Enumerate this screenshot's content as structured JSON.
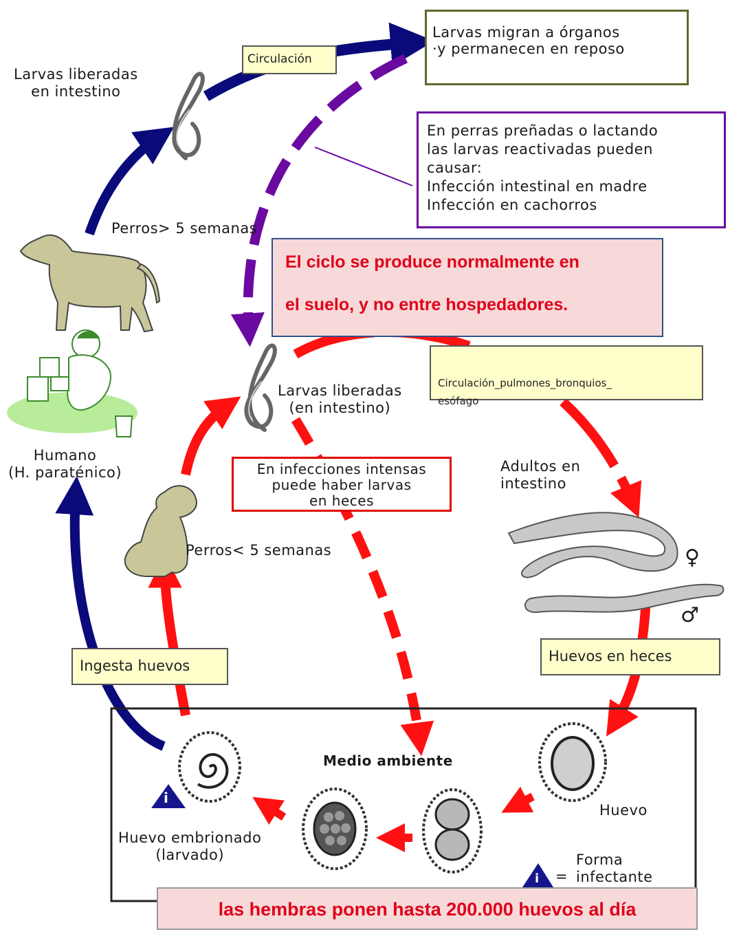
{
  "labels": {
    "larvas_liberadas_top": "Larvas liberadas\nen intestino",
    "circulacion": "Circulación",
    "larvas_migran": "Larvas migran a órganos\n·y permanecen en reposo",
    "perras": "En perras preñadas o lactando\nlas larvas reactivadas pueden\ncausar:\nInfección intestinal en madre\nInfección en cachorros",
    "perros_mayor": "Perros> 5 semanas",
    "nota_ciclo": "El ciclo se produce normalmente en\n\nel suelo, y no entre hospedadores.",
    "circulacion_pulmones": "Circulación_pulmones_bronquios_\nesófago",
    "larvas_liberadas_mid": "Larvas liberadas\n(en intestino)",
    "humano": "Humano\n(H. paraténico)",
    "infecciones_intensas": "En infecciones intensas\npuede haber larvas\nen heces",
    "adultos": "Adultos en\nintestino",
    "perros_menor": "Perros< 5 semanas",
    "female_symbol": "♀",
    "male_symbol": "♂",
    "ingesta_huevos": "Ingesta huevos",
    "huevos_heces": "Huevos en heces",
    "medio_ambiente": "Medio ambiente",
    "huevo": "Huevo",
    "huevo_embrionado": "Huevo embrionado\n(larvado)",
    "forma_infectante_eq": "=",
    "forma_infectante": "Forma\ninfectante",
    "info_icon_letter": "i",
    "hembras": "las hembras ponen hasta 200.000 huevos al día"
  },
  "colors": {
    "red_arrow": "#ff1111",
    "blue_arrow": "#0a0a7a",
    "purple_arrow": "#6a0aa0",
    "callout_fill": "#f8d9d9",
    "label_fill": "#ffffcc",
    "highlight_text": "#e0001a"
  }
}
